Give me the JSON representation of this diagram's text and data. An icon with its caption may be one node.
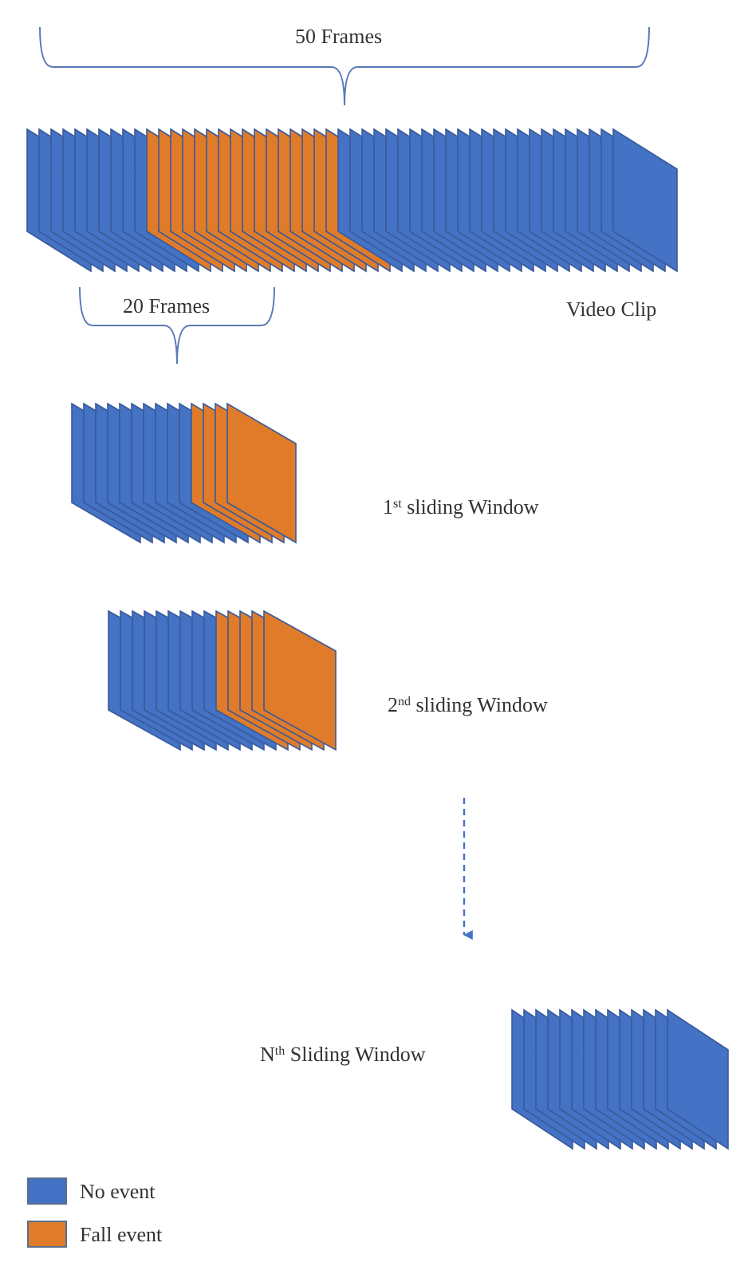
{
  "diagram": {
    "labels": [
      "50 Frames",
      "20 Frames",
      "Video Clip",
      "1$^{st}$ sliding Window",
      "2$^{nd}$ sliding Window",
      "N$^{th}$ Sliding Window"
    ],
    "legend": [
      {
        "text": "No event",
        "color": "#4472c4"
      },
      {
        "text": "Fall event",
        "color": "#e07b2a"
      }
    ]
  }
}
